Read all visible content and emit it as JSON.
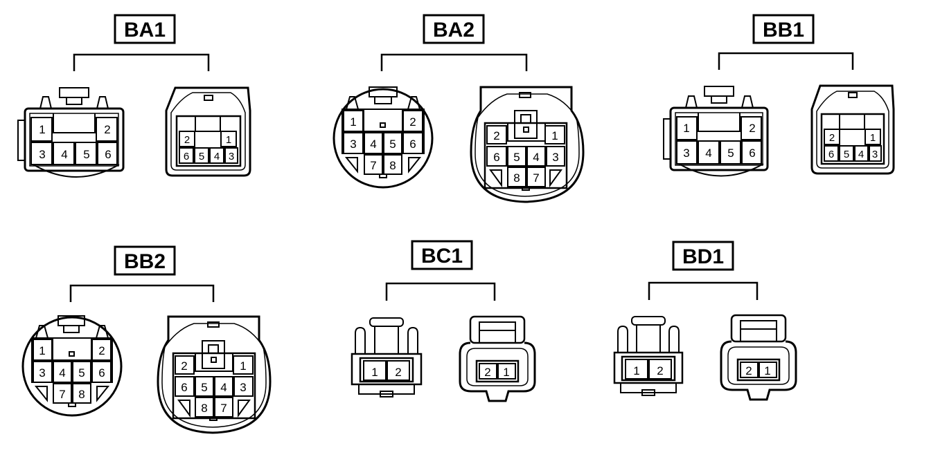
{
  "connectors": [
    {
      "id": "ba1",
      "label": "BA1",
      "type": "rect6",
      "male_rows": [
        [
          "1",
          "2"
        ],
        [
          "3",
          "4",
          "5",
          "6"
        ]
      ],
      "female_rows": [
        [
          "2",
          "1"
        ],
        [
          "6",
          "5",
          "4",
          "3"
        ]
      ]
    },
    {
      "id": "ba2",
      "label": "BA2",
      "type": "round8",
      "male_rows": [
        [
          "1",
          "2"
        ],
        [
          "3",
          "4",
          "5",
          "6"
        ],
        [
          "7",
          "8"
        ]
      ],
      "female_rows": [
        [
          "2",
          "1"
        ],
        [
          "6",
          "5",
          "4",
          "3"
        ],
        [
          "8",
          "7"
        ]
      ]
    },
    {
      "id": "bb1",
      "label": "BB1",
      "type": "rect6",
      "male_rows": [
        [
          "1",
          "2"
        ],
        [
          "3",
          "4",
          "5",
          "6"
        ]
      ],
      "female_rows": [
        [
          "2",
          "1"
        ],
        [
          "6",
          "5",
          "4",
          "3"
        ]
      ]
    },
    {
      "id": "bb2",
      "label": "BB2",
      "type": "round8",
      "male_rows": [
        [
          "1",
          "2"
        ],
        [
          "3",
          "4",
          "5",
          "6"
        ],
        [
          "7",
          "8"
        ]
      ],
      "female_rows": [
        [
          "2",
          "1"
        ],
        [
          "6",
          "5",
          "4",
          "3"
        ],
        [
          "8",
          "7"
        ]
      ]
    },
    {
      "id": "bc1",
      "label": "BC1",
      "type": "small2",
      "male_rows": [
        [
          "1",
          "2"
        ]
      ],
      "female_rows": [
        [
          "2",
          "1"
        ]
      ]
    },
    {
      "id": "bd1",
      "label": "BD1",
      "type": "small2",
      "male_rows": [
        [
          "1",
          "2"
        ]
      ],
      "female_rows": [
        [
          "2",
          "1"
        ]
      ]
    }
  ]
}
